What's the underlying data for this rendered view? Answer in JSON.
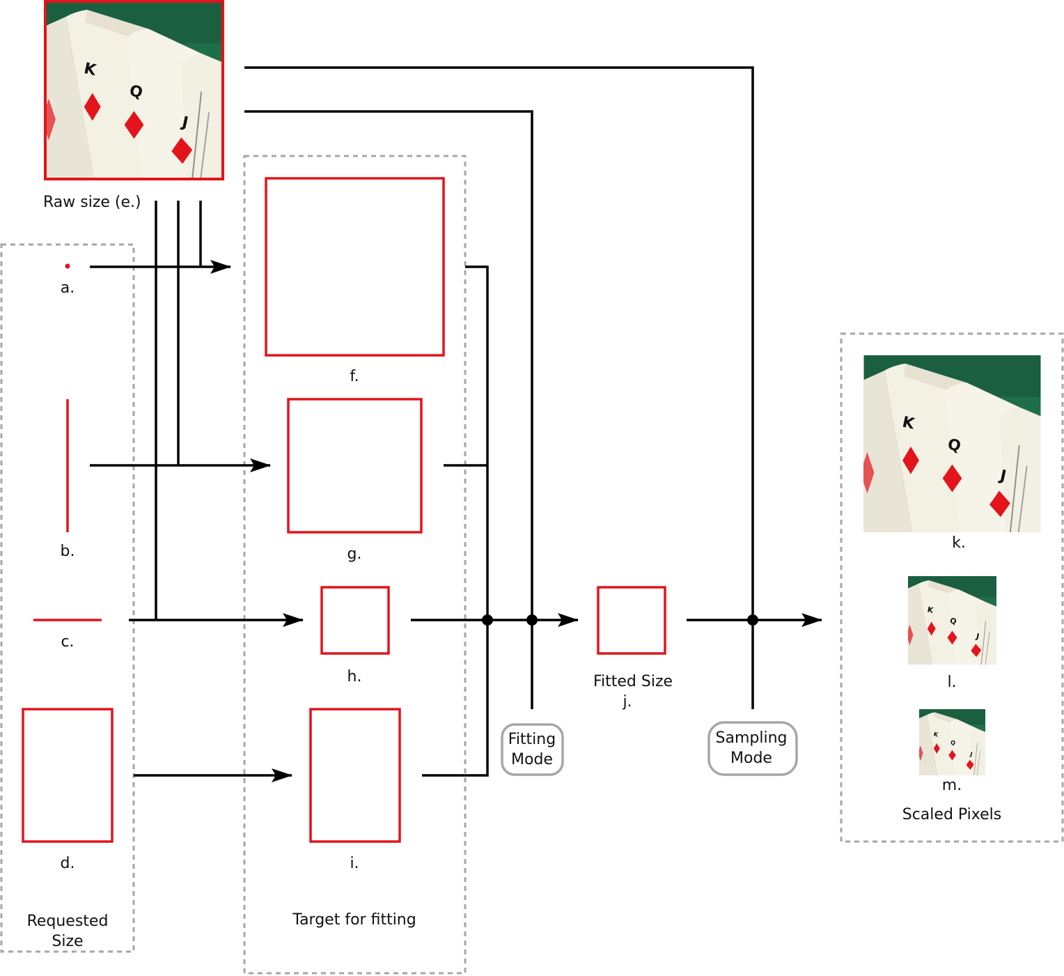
{
  "diagram": {
    "raw_label": "Raw size (e.)",
    "requested": {
      "title_line1": "Requested",
      "title_line2": "Size",
      "items": [
        {
          "label": "a."
        },
        {
          "label": "b."
        },
        {
          "label": "c."
        },
        {
          "label": "d."
        }
      ]
    },
    "target": {
      "title": "Target for fitting",
      "items": [
        {
          "label": "f."
        },
        {
          "label": "g."
        },
        {
          "label": "h."
        },
        {
          "label": "i."
        }
      ]
    },
    "fitting_mode": {
      "line1": "Fitting",
      "line2": "Mode"
    },
    "fitted": {
      "line1": "Fitted Size",
      "line2": "j."
    },
    "sampling_mode": {
      "line1": "Sampling",
      "line2": "Mode"
    },
    "scaled": {
      "title": "Scaled Pixels",
      "items": [
        {
          "label": "k."
        },
        {
          "label": "l."
        },
        {
          "label": "m."
        }
      ]
    },
    "colors": {
      "accent_red": "#e3141b",
      "felt_green": "#1f6e4b",
      "card_cream": "#f1eee2",
      "dashed_gray": "#a6a6a6"
    },
    "image_subject": "playing-cards-photo"
  }
}
